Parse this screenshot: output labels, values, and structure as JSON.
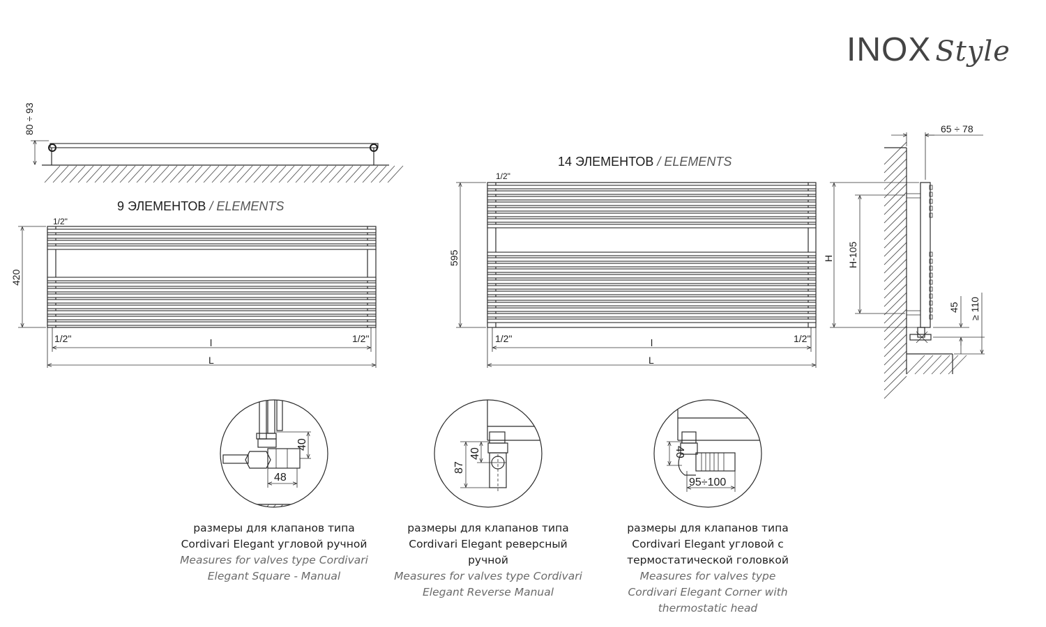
{
  "logo": {
    "brand": "INOX",
    "script": "Style"
  },
  "titles": {
    "nine": {
      "ru": "9 ЭЛЕМЕНТОВ",
      "sep": " / ",
      "en": "ELEMENTS"
    },
    "fourteen": {
      "ru": "14 ЭЛЕМЕНТОВ",
      "sep": " / ",
      "en": "ELEMENTS"
    }
  },
  "dims": {
    "wall_gap": "80 ÷ 93",
    "h420": "420",
    "h595": "595",
    "half_inch": "1/2\"",
    "l_small": "l",
    "l_big": "L",
    "depth": "65 ÷ 78",
    "H": "H",
    "H105": "H-105",
    "d45": "45",
    "d110": "≥ 110"
  },
  "valves": [
    {
      "dims": [
        "40",
        "48"
      ],
      "ru": [
        "размеры для клапанов типа",
        "Cordivari Elegant угловой ручной"
      ],
      "en": [
        "Measures for valves type Cordivari",
        "Elegant Square - Manual"
      ]
    },
    {
      "dims": [
        "87",
        "40"
      ],
      "ru": [
        "размеры для клапанов типа",
        "Cordivari Elegant реверсный",
        "ручной"
      ],
      "en": [
        "Measures for valves type Cordivari",
        "Elegant Reverse Manual"
      ]
    },
    {
      "dims": [
        "40",
        "95÷100"
      ],
      "ru": [
        "размеры для клапанов типа",
        "Cordivari Elegant угловой с",
        "термостатической головкой"
      ],
      "en": [
        "Measures for valves type",
        "Cordivari Elegant Corner with",
        "thermostatic head"
      ]
    }
  ]
}
